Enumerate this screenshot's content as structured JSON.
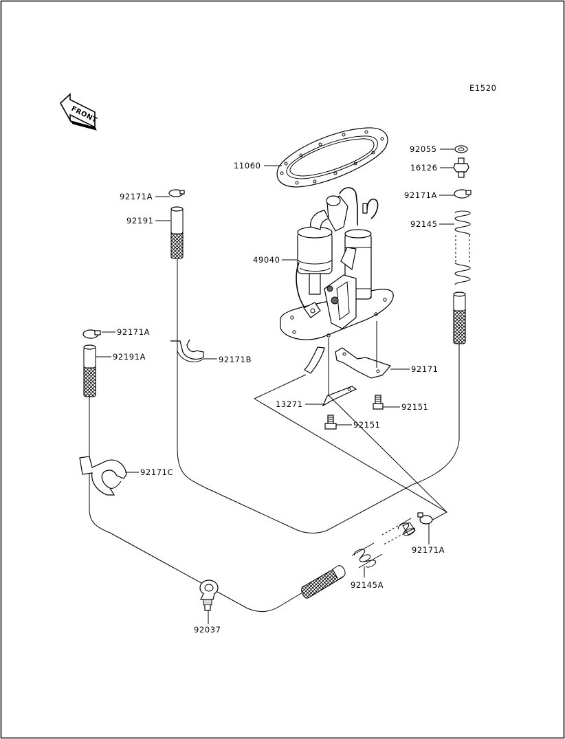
{
  "diagram_code": "E1520",
  "front_label": "FRONT",
  "parts": {
    "p11060": "11060",
    "p49040": "49040",
    "p92171A_1": "92171A",
    "p92191": "92191",
    "p92171A_2": "92171A",
    "p92191A": "92191A",
    "p92171B": "92171B",
    "p92171C": "92171C",
    "p92055": "92055",
    "p16126": "16126",
    "p92171A_3": "92171A",
    "p92145": "92145",
    "p92171": "92171",
    "p13271": "13271",
    "p92151_1": "92151",
    "p92151_2": "92151",
    "p92171A_4": "92171A",
    "p92145A": "92145A",
    "p92037": "92037"
  }
}
